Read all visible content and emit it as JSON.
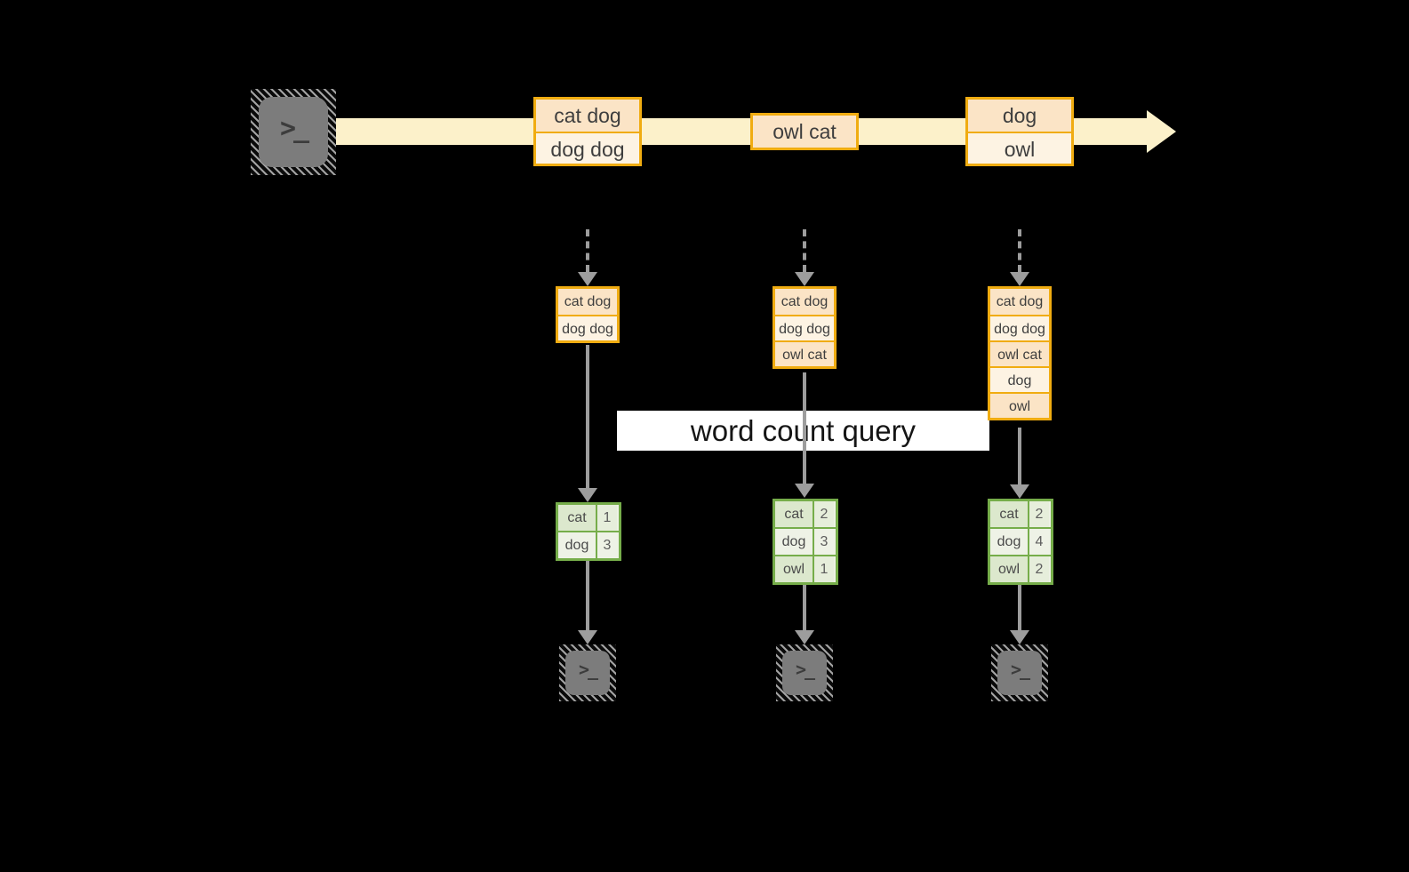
{
  "query_label": "word count query",
  "source_terminal": {
    "glyph": ">_"
  },
  "timeline": {
    "batches": [
      {
        "rows": [
          "cat dog",
          "dog dog"
        ]
      },
      {
        "rows": [
          "owl cat"
        ]
      },
      {
        "rows": [
          "dog",
          "owl"
        ]
      }
    ]
  },
  "columns": [
    {
      "state": [
        "cat dog",
        "dog dog"
      ],
      "result": [
        [
          "cat",
          "1"
        ],
        [
          "dog",
          "3"
        ]
      ]
    },
    {
      "state": [
        "cat dog",
        "dog dog",
        "owl cat"
      ],
      "result": [
        [
          "cat",
          "2"
        ],
        [
          "dog",
          "3"
        ],
        [
          "owl",
          "1"
        ]
      ]
    },
    {
      "state": [
        "cat dog",
        "dog dog",
        "owl cat",
        "dog",
        "owl"
      ],
      "result": [
        [
          "cat",
          "2"
        ],
        [
          "dog",
          "4"
        ],
        [
          "owl",
          "2"
        ]
      ]
    }
  ],
  "output_terminals": [
    {
      "glyph": ">_"
    },
    {
      "glyph": ">_"
    },
    {
      "glyph": ">_"
    }
  ],
  "colors": {
    "background": "#000000",
    "accent_orange": "#f0ac11",
    "peach_dark": "#fbe4c6",
    "peach_light": "#fdf3e3",
    "band_yellow": "#fcf1ca",
    "green_border": "#76ad4a",
    "green_cell_dark": "#dce8cd",
    "green_cell_light": "#eef2e6",
    "arrow_gray": "#9d9d9d",
    "terminal_gray": "#7c7c7c",
    "query_band_bg": "#ffffff"
  }
}
